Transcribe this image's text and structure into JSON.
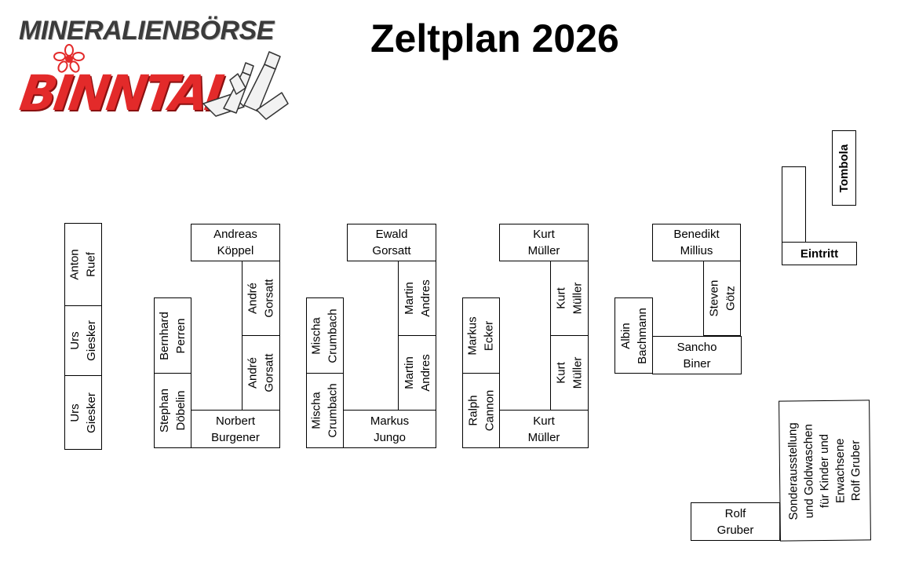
{
  "header": {
    "logo_line1": "MINERALIENBÖRSE",
    "logo_line2": "BINNTAL",
    "title": "Zeltplan 2026"
  },
  "tents": {
    "anton_ruef": "Anton\nRuef",
    "urs_giesker_1": "Urs\nGiesker",
    "urs_giesker_2": "Urs\nGiesker",
    "andreas_koeppel": "Andreas\nKöppel",
    "andre_gorsatt_1": "André\nGorsatt",
    "andre_gorsatt_2": "André\nGorsatt",
    "bernhard_perren": "Bernhard\nPerren",
    "stephan_doebelin": "Stephan\nDöbelin",
    "norbert_burgener": "Norbert\nBurgener",
    "ewald_gorsatt": "Ewald\nGorsatt",
    "martin_andres_1": "Martin\nAndres",
    "martin_andres_2": "Martin\nAndres",
    "mischa_crumbach_1": "Mischa\nCrumbach",
    "mischa_crumbach_2": "Mischa\nCrumbach",
    "markus_jungo": "Markus\nJungo",
    "kurt_mueller_1": "Kurt\nMüller",
    "kurt_mueller_2": "Kurt\nMüller",
    "kurt_mueller_3": "Kurt\nMüller",
    "kurt_mueller_4": "Kurt\nMüller",
    "markus_ecker": "Markus\nEcker",
    "ralph_cannon": "Ralph\nCannon",
    "benedikt_millius": "Benedikt\nMillius",
    "steven_goetz": "Steven\nGötz",
    "albin_bachmann": "Albin\nBachmann",
    "sancho_biner": "Sancho\nBiner",
    "tombola": "Tombola",
    "entrance_box": "",
    "eintritt": "Eintritt",
    "rolf_gruber": "Rolf\nGruber",
    "sonderausstellung": "Sonderausstellung\nund Goldwaschen\nfür Kinder und\nErwachsene\nRolf Gruber"
  }
}
